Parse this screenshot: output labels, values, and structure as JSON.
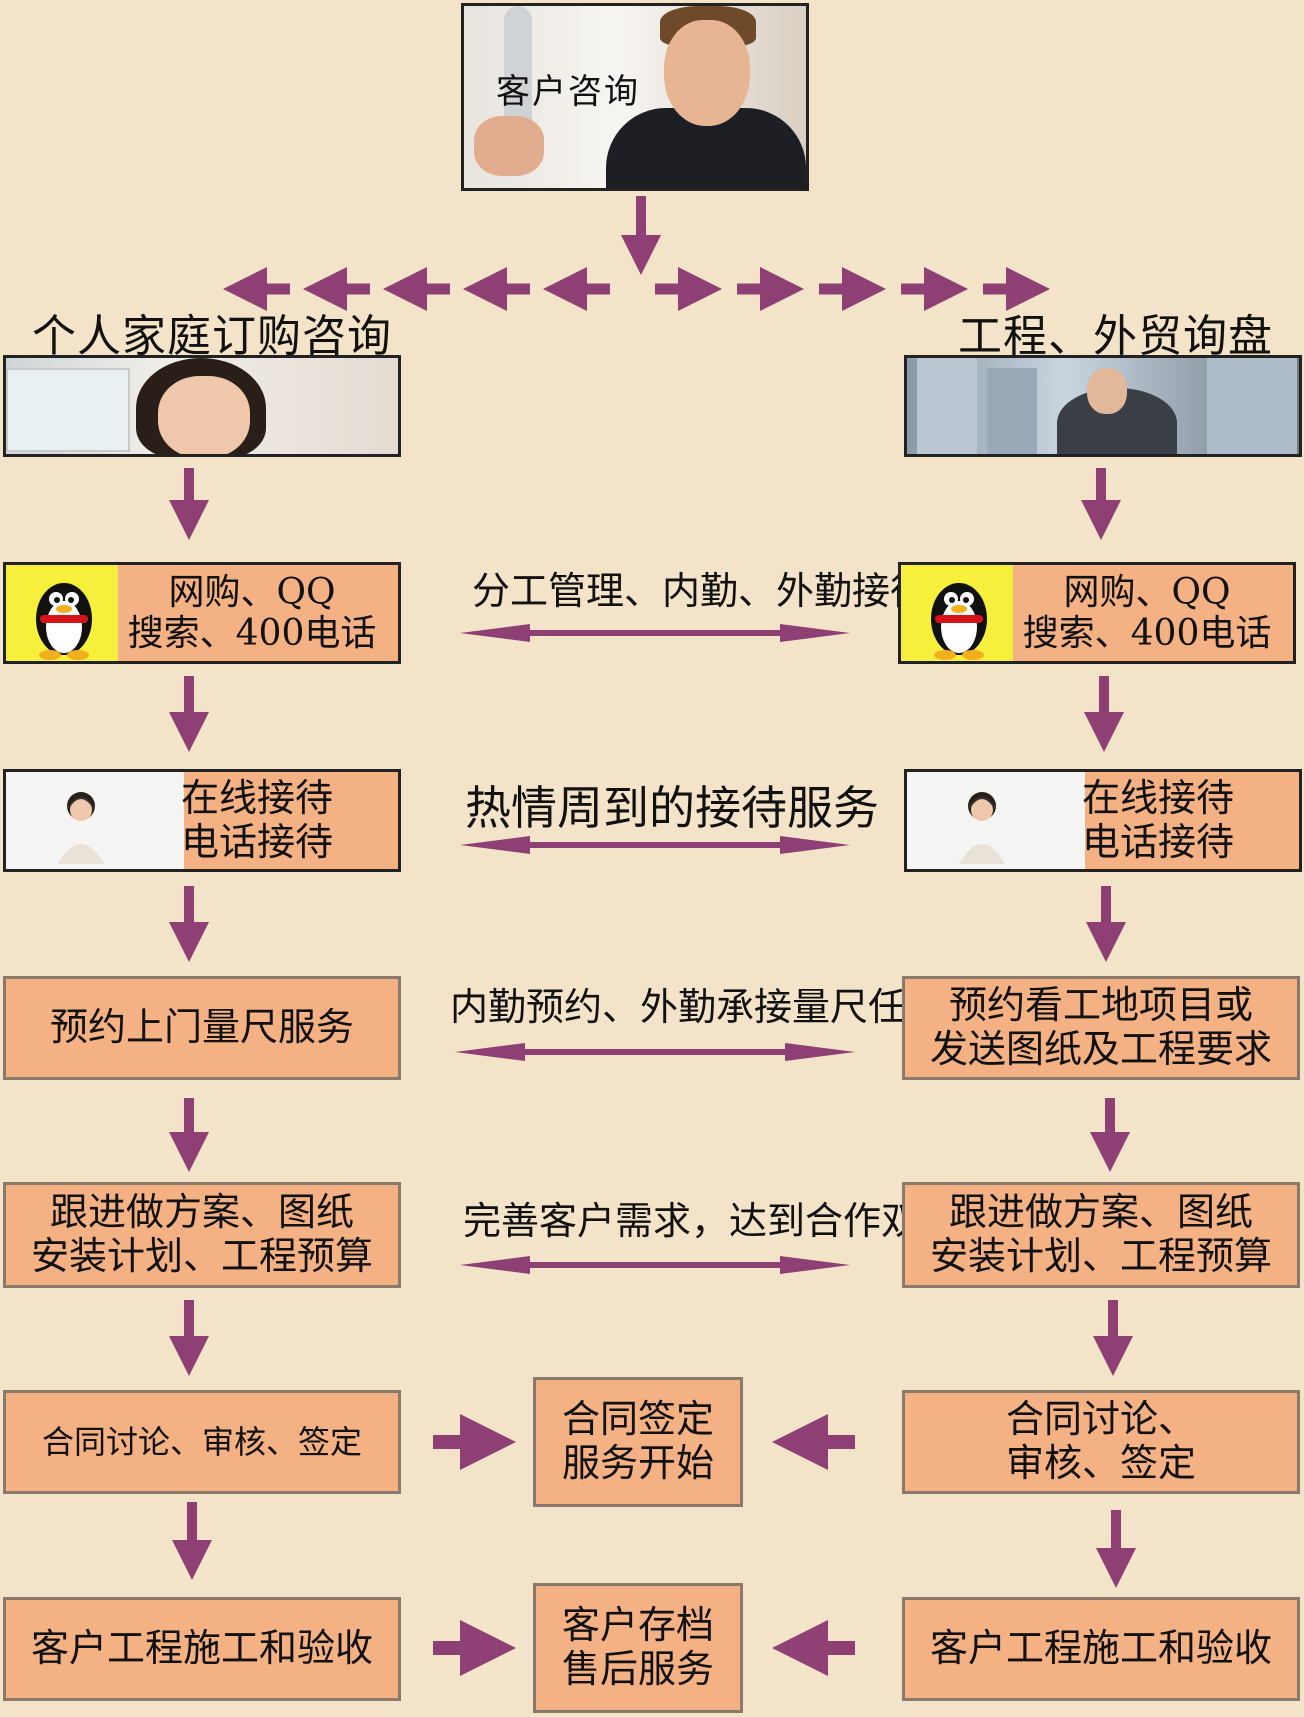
{
  "top": {
    "label": "客户咨询"
  },
  "left_branch": {
    "title": "个人家庭订购咨询"
  },
  "right_branch": {
    "title": "工程、外贸询盘"
  },
  "rows": [
    {
      "left": [
        "网购、QQ",
        "搜索、400电话"
      ],
      "middle": "分工管理、内勤、外勤接待",
      "right": [
        "网购、QQ",
        "搜索、400电话"
      ]
    },
    {
      "left": [
        "在线接待",
        "电话接待"
      ],
      "middle": "热情周到的接待服务",
      "right": [
        "在线接待",
        "电话接待"
      ]
    },
    {
      "left": [
        "预约上门量尺服务"
      ],
      "middle": "内勤预约、外勤承接量尺任务",
      "right": [
        "预约看工地项目或",
        "发送图纸及工程要求"
      ]
    },
    {
      "left": [
        "跟进做方案、图纸",
        "安装计划、工程预算"
      ],
      "middle": "完善客户需求，达到合作双赢",
      "right": [
        "跟进做方案、图纸",
        "安装计划、工程预算"
      ]
    },
    {
      "left": [
        "合同讨论、审核、签定"
      ],
      "center": [
        "合同签定",
        "服务开始"
      ],
      "right": [
        "合同讨论、",
        "审核、签定"
      ]
    },
    {
      "left": [
        "客户工程施工和验收"
      ],
      "center": [
        "客户存档",
        "售后服务"
      ],
      "right": [
        "客户工程施工和验收"
      ]
    }
  ],
  "colors": {
    "background": "#f3e3c8",
    "box": "#f4b183",
    "arrow": "#8e3f73",
    "qq_bg": "#f6f03c"
  },
  "icons": [
    "qq-penguin-icon",
    "customer-service-agent-icon"
  ]
}
